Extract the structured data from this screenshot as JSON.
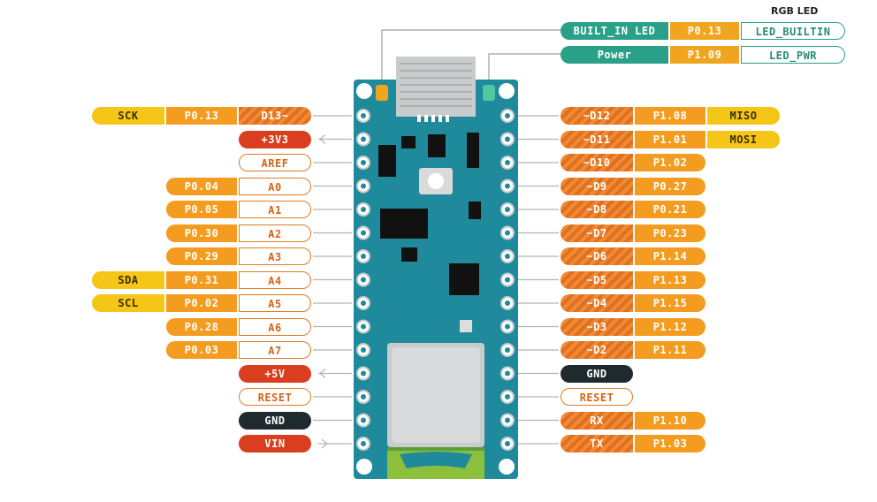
{
  "top_section": {
    "header": "RGB LED",
    "rows": [
      {
        "name": "BUILT_IN LED",
        "port": "P0.13",
        "signal": "LED_BUILTIN"
      },
      {
        "name": "Power",
        "port": "P1.09",
        "signal": "LED_PWR"
      }
    ]
  },
  "left_pins": [
    {
      "label": "D13~",
      "port": "P0.13",
      "func": "SCK",
      "style": "hat"
    },
    {
      "label": "+3V3",
      "style": "red",
      "arrow": "out"
    },
    {
      "label": "AREF",
      "style": "lora"
    },
    {
      "label": "A0",
      "port": "P0.04",
      "style": "lora"
    },
    {
      "label": "A1",
      "port": "P0.05",
      "style": "lora"
    },
    {
      "label": "A2",
      "port": "P0.30",
      "style": "lora"
    },
    {
      "label": "A3",
      "port": "P0.29",
      "style": "lora"
    },
    {
      "label": "A4",
      "port": "P0.31",
      "func": "SDA",
      "style": "lora"
    },
    {
      "label": "A5",
      "port": "P0.02",
      "func": "SCL",
      "style": "lora"
    },
    {
      "label": "A6",
      "port": "P0.28",
      "style": "lora"
    },
    {
      "label": "A7",
      "port": "P0.03",
      "style": "lora"
    },
    {
      "label": "+5V",
      "style": "red",
      "arrow": "out"
    },
    {
      "label": "RESET",
      "style": "lora"
    },
    {
      "label": "GND",
      "style": "dark"
    },
    {
      "label": "VIN",
      "style": "red",
      "arrow": "in"
    }
  ],
  "right_pins": [
    {
      "label": "~D12",
      "port": "P1.08",
      "func": "MISO",
      "style": "hat"
    },
    {
      "label": "~D11",
      "port": "P1.01",
      "func": "MOSI",
      "style": "hat"
    },
    {
      "label": "~D10",
      "port": "P1.02",
      "style": "hat"
    },
    {
      "label": "~D9",
      "port": "P0.27",
      "style": "hat"
    },
    {
      "label": "~D8",
      "port": "P0.21",
      "style": "hat"
    },
    {
      "label": "~D7",
      "port": "P0.23",
      "style": "hat"
    },
    {
      "label": "~D6",
      "port": "P1.14",
      "style": "hat"
    },
    {
      "label": "~D5",
      "port": "P1.13",
      "style": "hat"
    },
    {
      "label": "~D4",
      "port": "P1.15",
      "style": "hat"
    },
    {
      "label": "~D3",
      "port": "P1.12",
      "style": "hat"
    },
    {
      "label": "~D2",
      "port": "P1.11",
      "style": "hat"
    },
    {
      "label": "GND",
      "style": "dark"
    },
    {
      "label": "RESET",
      "style": "lora"
    },
    {
      "label": "RX",
      "port": "P1.10",
      "style": "hat"
    },
    {
      "label": "TX",
      "port": "P1.03",
      "style": "hat"
    }
  ],
  "colors": {
    "board": "#1f8a9c",
    "yellow": "#f5c518",
    "orange": "#f39c1f",
    "red": "#d93f1e",
    "dark": "#1f2a2e",
    "teal": "#2aa089"
  }
}
